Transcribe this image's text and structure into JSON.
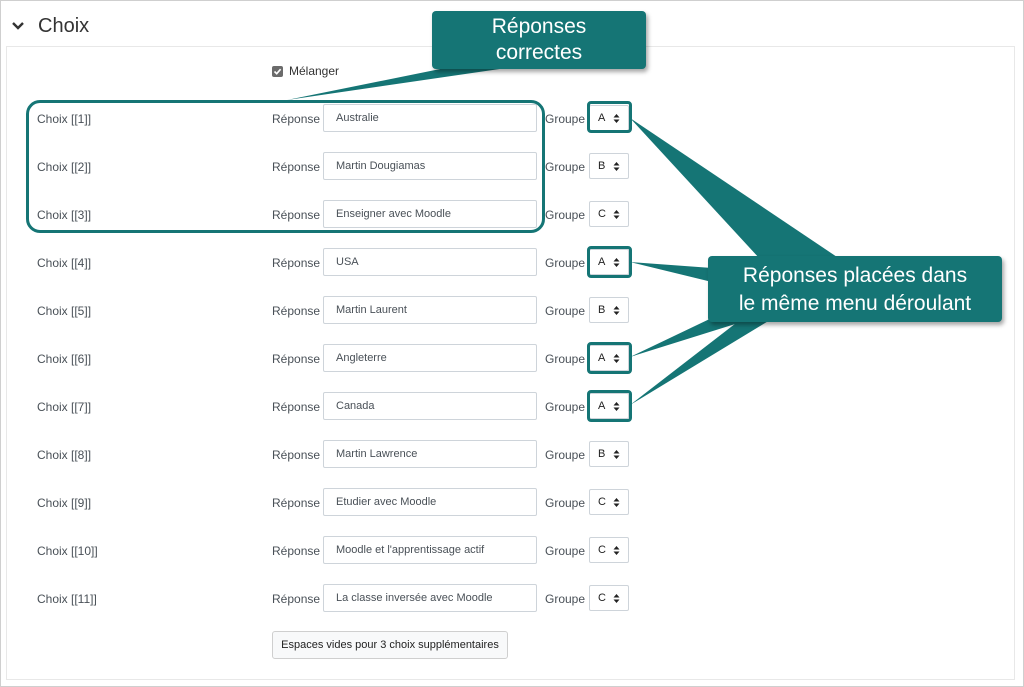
{
  "section": {
    "title": "Choix"
  },
  "shuffle": {
    "label": "Mélanger",
    "checked": true
  },
  "answer_label": "Réponse",
  "group_label": "Groupe",
  "choices": [
    {
      "label": "Choix [[1]]",
      "answer": "Australie",
      "group": "A"
    },
    {
      "label": "Choix [[2]]",
      "answer": "Martin Dougiamas",
      "group": "B"
    },
    {
      "label": "Choix [[3]]",
      "answer": "Enseigner avec Moodle",
      "group": "C"
    },
    {
      "label": "Choix [[4]]",
      "answer": "USA",
      "group": "A"
    },
    {
      "label": "Choix [[5]]",
      "answer": "Martin Laurent",
      "group": "B"
    },
    {
      "label": "Choix [[6]]",
      "answer": "Angleterre",
      "group": "A"
    },
    {
      "label": "Choix [[7]]",
      "answer": "Canada",
      "group": "A"
    },
    {
      "label": "Choix [[8]]",
      "answer": "Martin Lawrence",
      "group": "B"
    },
    {
      "label": "Choix [[9]]",
      "answer": "Etudier avec Moodle",
      "group": "C"
    },
    {
      "label": "Choix [[10]]",
      "answer": "Moodle et l'apprentissage actif",
      "group": "C"
    },
    {
      "label": "Choix [[11]]",
      "answer": "La classe inversée avec Moodle",
      "group": "C"
    }
  ],
  "add_button": "Espaces vides pour 3 choix supplémentaires",
  "annotations": {
    "correct_line1": "Réponses",
    "correct_line2": "correctes",
    "same_menu_line1": "Réponses placées dans",
    "same_menu_line2": "le même menu déroulant"
  },
  "colors": {
    "annotation": "#157575"
  }
}
